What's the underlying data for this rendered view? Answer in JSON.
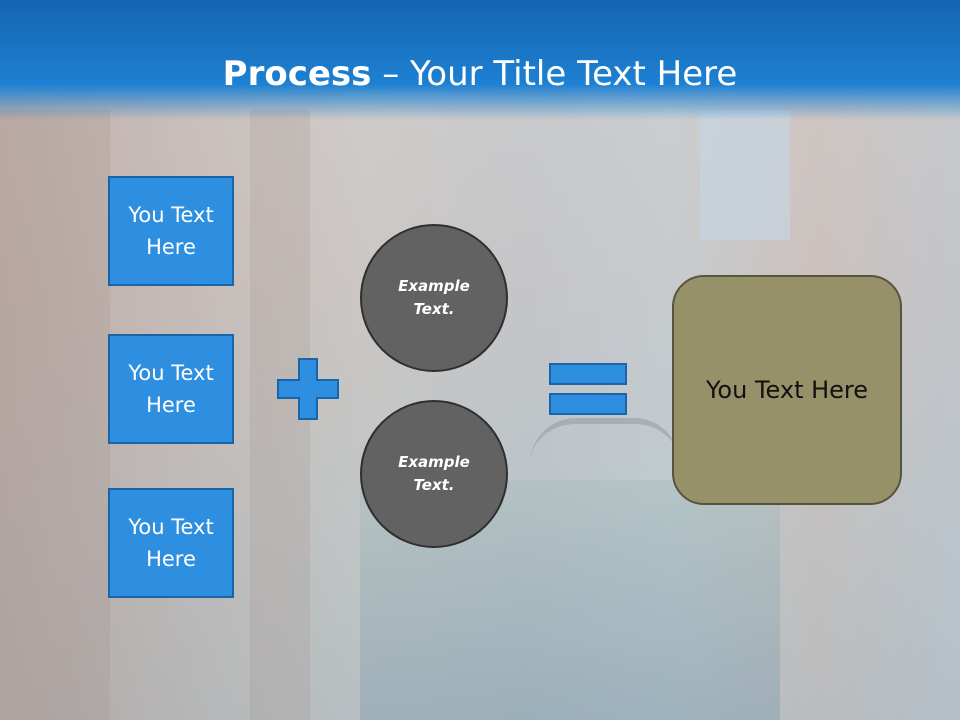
{
  "slide": {
    "title_bold": "Process",
    "title_sep": " – ",
    "title_rest": "Your Title Text Here"
  },
  "boxes": [
    {
      "label": "You Text Here"
    },
    {
      "label": "You Text Here"
    },
    {
      "label": "You Text Here"
    }
  ],
  "circles": [
    {
      "label": "Example Text."
    },
    {
      "label": "Example Text."
    }
  ],
  "result": {
    "label": "You Text Here"
  },
  "colors": {
    "header": "#1d80d2",
    "box_fill": "#2e8fe0",
    "circle_fill": "#626262",
    "result_fill": "#979169"
  },
  "icons": {
    "operator_1": "plus-icon",
    "operator_2": "equals-icon"
  }
}
